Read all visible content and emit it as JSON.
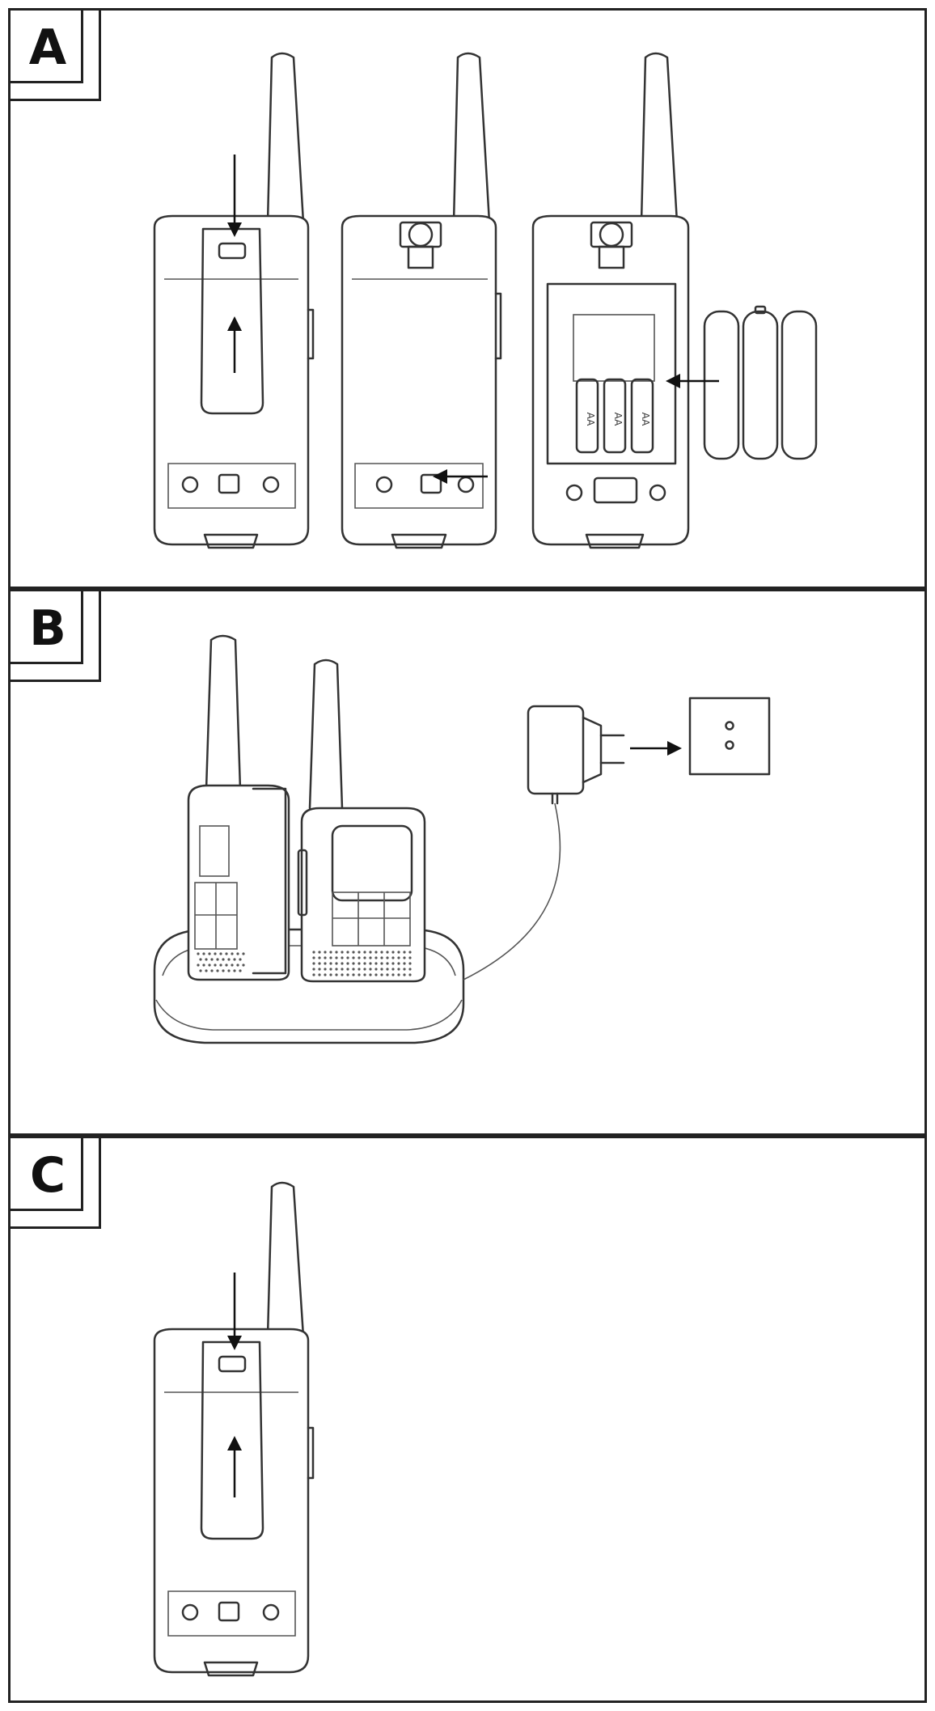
{
  "panels": [
    {
      "id": "A",
      "label": "A"
    },
    {
      "id": "B",
      "label": "B"
    },
    {
      "id": "C",
      "label": "C"
    }
  ],
  "battery_labels": [
    "AA",
    "AA",
    "AA"
  ]
}
